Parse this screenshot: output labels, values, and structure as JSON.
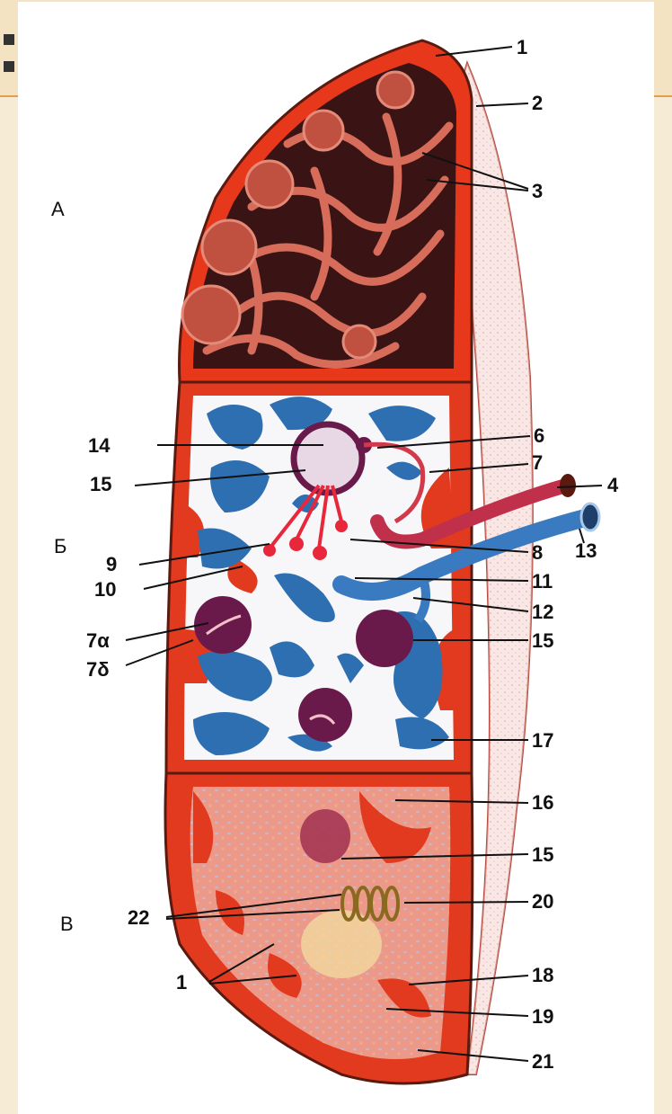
{
  "sections": [
    "А",
    "Б",
    "В"
  ],
  "labels": {
    "l1_top": "1",
    "l2": "2",
    "l3": "3",
    "l4": "4",
    "l6": "6",
    "l7": "7",
    "l8": "8",
    "l9": "9",
    "l10": "10",
    "l11": "11",
    "l12": "12",
    "l13": "13",
    "l14": "14",
    "l15_a": "15",
    "l15_b": "15",
    "l15_c": "15",
    "l16": "16",
    "l17": "17",
    "l18": "18",
    "l19": "19",
    "l20": "20",
    "l21": "21",
    "l22": "22",
    "l1_bottom": "1",
    "l7a": "7α",
    "l7b": "7δ"
  },
  "colors": {
    "capsule": "#e8381c",
    "pulp_red": "#e23a1e",
    "white_pulp": "#f7f7fa",
    "blue_vessel": "#2e6fb2",
    "follicle": "#6a1a4a",
    "outer_surface": "#f0d6d0"
  }
}
